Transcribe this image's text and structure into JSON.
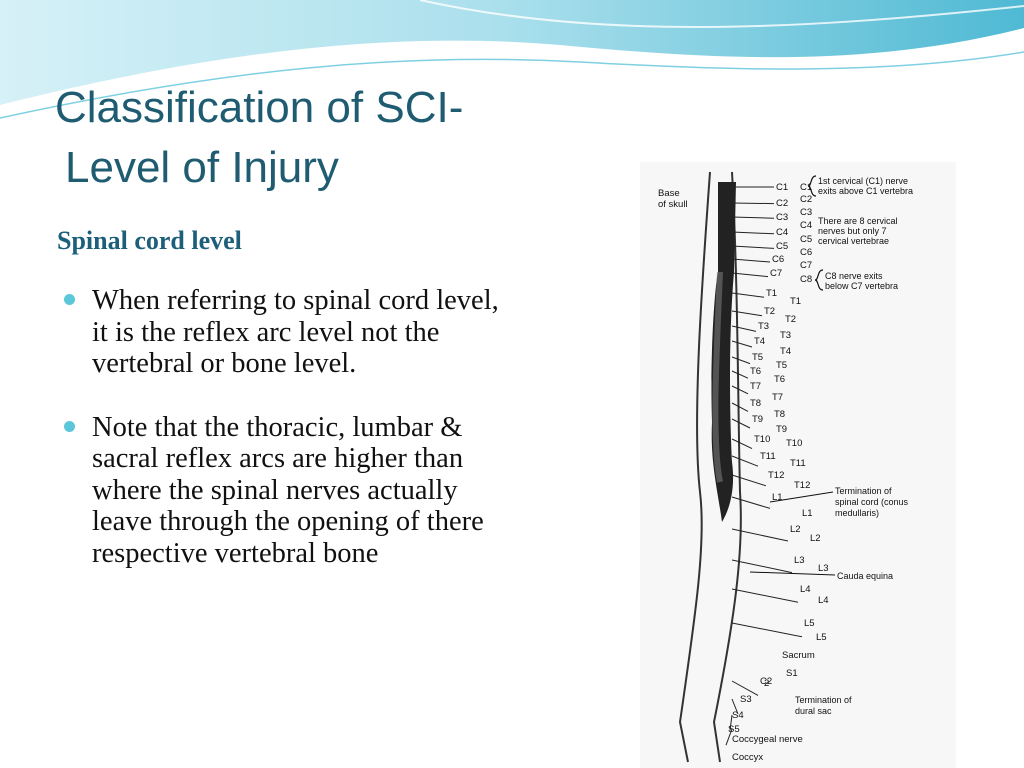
{
  "slide": {
    "title_line1": "Classification of SCI-",
    "title_line2": "Level of Injury",
    "subtitle": "Spinal cord level",
    "bullets": [
      "When referring to spinal cord level, it is the reflex arc level not the vertebral or bone level.",
      "Note that the thoracic, lumbar & sacral reflex arcs are higher than where the spinal nerves actually leave through the opening of there respective vertebral bone"
    ]
  },
  "figure": {
    "base_label_1": "Base",
    "base_label_2": "of skull",
    "note_c1_line1": "1st cervical (C1) nerve",
    "note_c1_line2": "exits above C1 vertebra",
    "note_cervical_line1": "There are 8 cervical",
    "note_cervical_line2": "nerves but only 7",
    "note_cervical_line3": "cervical vertebrae",
    "note_c8_line1": "C8 nerve exits",
    "note_c8_line2": "below C7 vertebra",
    "note_conus_line1": "Termination of",
    "note_conus_line2": "spinal cord (conus",
    "note_conus_line3": "medullaris)",
    "note_cauda": "Cauda equina",
    "note_dural_line1": "Termination of",
    "note_dural_line2": "dural sac",
    "label_sacrum": "Sacrum",
    "label_coccygeal": "Coccygeal nerve",
    "label_coccyx": "Coccyx",
    "cord_labels": [
      "C1",
      "C2",
      "C3",
      "C4",
      "C5",
      "C6",
      "C7",
      "T1",
      "T2",
      "T3",
      "T4",
      "T5",
      "T6",
      "T7",
      "T8",
      "T9",
      "T10",
      "T11",
      "T12",
      "L1",
      "L2",
      "L3",
      "L4",
      "L5",
      "C2",
      "S3",
      "S4",
      "S5"
    ],
    "nerve_labels": [
      "C1",
      "C2",
      "C3",
      "C4",
      "C5",
      "C6",
      "C7",
      "C8",
      "T1",
      "T2",
      "T3",
      "T4",
      "T5",
      "T6",
      "T7",
      "T8",
      "T9",
      "T10",
      "T11",
      "T12",
      "L1",
      "L2",
      "L3",
      "L4",
      "L5",
      "S1",
      "2"
    ]
  }
}
